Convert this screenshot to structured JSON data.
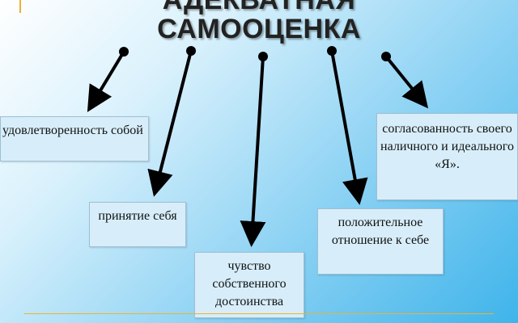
{
  "title": {
    "line1": "АДЕКВАТНАЯ",
    "line2": "САМООЦЕНКА"
  },
  "nodes": {
    "self_satisfaction": "удовлетворенность собой",
    "self_acceptance": "принятие себя",
    "dignity": "чувство собственного достоинства",
    "positive_attitude": "положительное отношение к себе",
    "consistency": "согласованность своего наличного и идеального «Я»."
  },
  "colors": {
    "arrow": "#000000",
    "box_fill": "#d7eefa",
    "accent": "#f0b030"
  }
}
